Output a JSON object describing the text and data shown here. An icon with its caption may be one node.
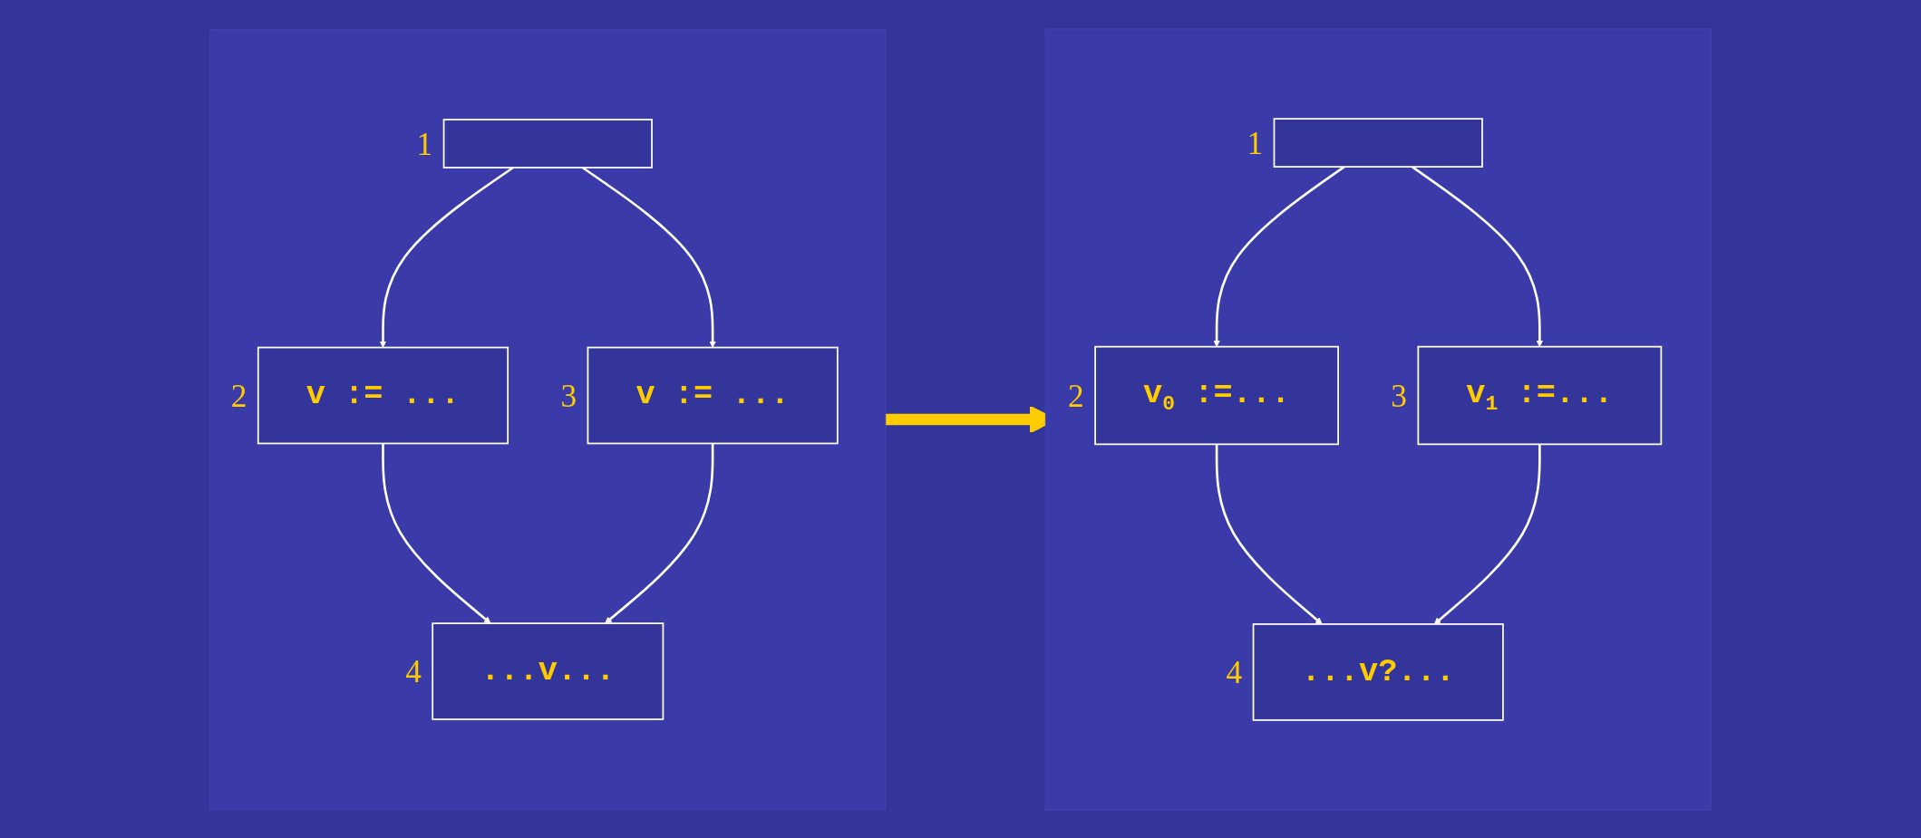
{
  "diagram": {
    "nodes": [
      {
        "text": [],
        "shape": "box"
      },
      {
        "text": [],
        "shape": "box",
        "beside": [
          "1"
        ],
        "in": 0
      },
      {
        "text": [
          "v := ..."
        ],
        "beside": [
          "2"
        ],
        "in": 0
      },
      {
        "text": [
          "v := ..."
        ],
        "beside": [
          "3"
        ],
        "in": 0
      },
      {
        "text": [
          "...v..."
        ],
        "beside": [
          "4"
        ],
        "in": 0
      },
      {
        "text": [],
        "shape": "box"
      },
      {
        "text": [],
        "shape": "box",
        "beside": [
          "1"
        ],
        "in": 5
      },
      {
        "text": [
          "v$_{0}$ :=..."
        ],
        "beside": [
          "2"
        ],
        "in": 5
      },
      {
        "text": [
          "v$_{1}$ :=..."
        ],
        "beside": [
          "3"
        ],
        "in": 5
      },
      {
        "text": [
          "...v?..."
        ],
        "beside": [
          "4"
        ],
        "in": 5
      }
    ],
    "edges": [
      {
        "from": 1,
        "to": 2,
        "arrow": "to"
      },
      {
        "from": 1,
        "to": 3,
        "arrow": "to"
      },
      {
        "from": 2,
        "to": 4,
        "arrow": "to"
      },
      {
        "from": 3,
        "to": 4,
        "arrow": "to"
      },
      {
        "from": 0,
        "to": 5,
        "arrow": "to",
        "style": "thick",
        "color": "#ffcc00"
      },
      {
        "from": 6,
        "to": 7,
        "arrow": "to"
      },
      {
        "from": 6,
        "to": 8,
        "arrow": "to"
      },
      {
        "from": 7,
        "to": 9,
        "arrow": "to"
      },
      {
        "from": 8,
        "to": 9,
        "arrow": "to"
      }
    ]
  }
}
